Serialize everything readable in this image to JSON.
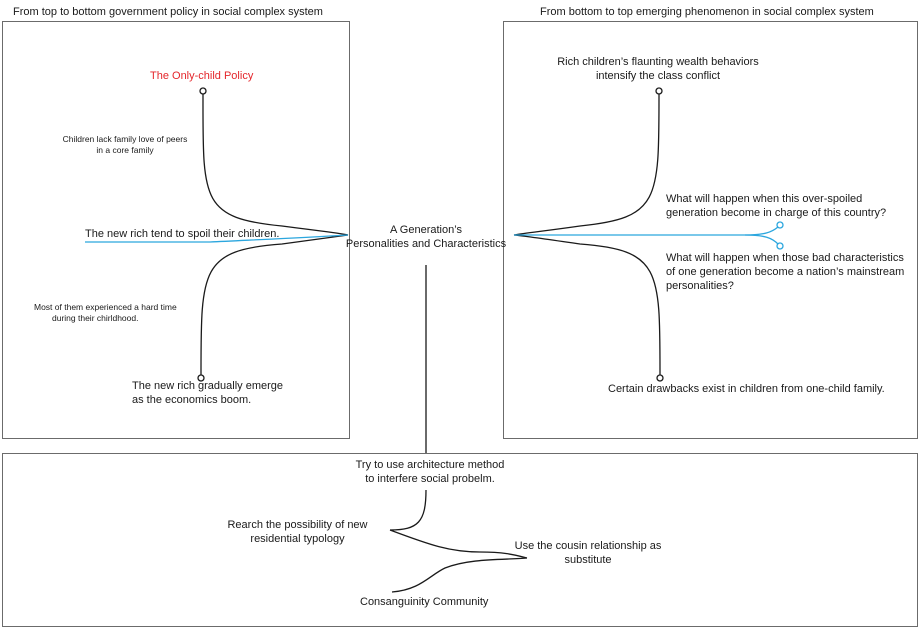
{
  "captions": {
    "top_down": "From top to bottom government policy in social complex system",
    "bottom_up": "From bottom to top emerging phenomenon in social complex system"
  },
  "center": {
    "line1": "A Generation’s",
    "line2": "Personalities and Characteristics"
  },
  "left": {
    "policy": "The Only-child Policy",
    "lack_love_1": "Children lack family love of peers",
    "lack_love_2": "in a core family",
    "spoil": "The new rich tend to spoil their children.",
    "hard_time_1": "Most of them experienced a hard time",
    "hard_time_2": "during their chirldhood.",
    "emerge_1": "The new rich gradually emerge",
    "emerge_2": "as the economics boom."
  },
  "right": {
    "flaunt_1": "Rich children’s flaunting wealth behaviors",
    "flaunt_2": "intensify the class conflict",
    "q1_1": "What will happen when this over-spoiled",
    "q1_2": "generation become in charge of this country?",
    "q2_1": "What will happen when those bad characteristics",
    "q2_2": "of one generation become a nation’s mainstream",
    "q2_3": "personalities?",
    "drawbacks": "Certain drawbacks exist in children from one-child family."
  },
  "bottom": {
    "method_1": "Try to use architecture method",
    "method_2": "to interfere social probelm.",
    "typology_1": "Rearch the possibility of new",
    "typology_2": "residential typology",
    "cousin_1": "Use the cousin relationship as",
    "cousin_2": "substitute",
    "community": "Consanguinity Community"
  },
  "colors": {
    "border": "#6b6b6b",
    "line": "#1a1a1a",
    "accent_blue": "#2ba6de",
    "policy_red": "#e4262b"
  }
}
